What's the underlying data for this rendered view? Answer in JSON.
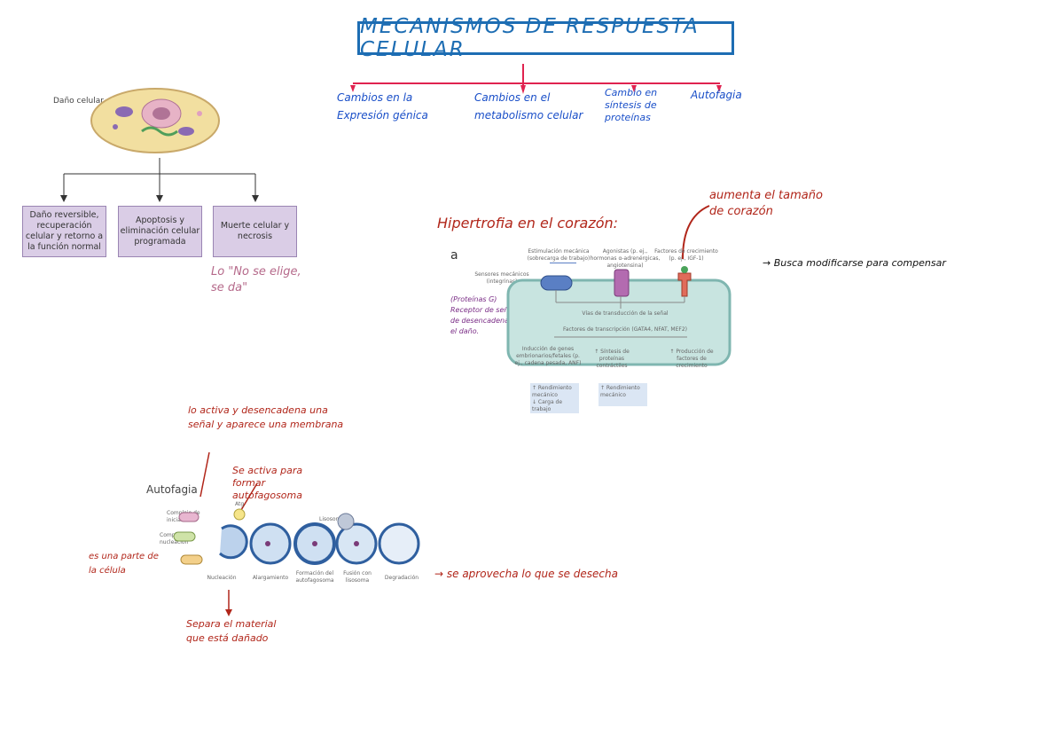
{
  "title": "MECANISMOS DE RESPUESTA CELULAR",
  "mechanisms": [
    "Cambios en la Expresión génica",
    "Cambios en el metabolismo celular",
    "Cambio en síntesis de proteínas",
    "Autofagia"
  ],
  "cell_injury": {
    "label": "Daño celular",
    "outcomes": [
      "Daño reversible, recuperación celular y retorno a la función normal",
      "Apoptosis y eliminación celular programada",
      "Muerte celular y necrosis"
    ],
    "note": "Lo \"No se elige, se da\""
  },
  "hypertrophy": {
    "heading": "Hipertrofia en el corazón:",
    "panel_letter": "a",
    "note_size": "aumenta el tamaño de corazón",
    "note_purpose": "→ Busca modificarse para compensar",
    "stimuli": [
      "Estimulación mecánica (sobrecarga de trabajo)",
      "Agonistas (p. ej., hormonas α-adrenérgicas, angiotensina)",
      "Factores de crecimiento (p. ej., IGF-1)"
    ],
    "sensor": "Sensores mecánicos (integrinas)",
    "purple_note": "(Proteínas G) Receptor de señal de desencadena el daño.",
    "pathway": "Vías de transducción de la señal",
    "tf": "Factores de transcripción (GATA4, NFAT, MEF2)",
    "effects": [
      "Inducción de genes embrionarios/fetales (p. ej., cadena pesada, ANF)",
      "↑ Síntesis de proteínas contráctiles",
      "↑ Producción de factores de crecimiento"
    ],
    "results": [
      "↑ Rendimiento mecánico",
      "↓ Carga de trabajo",
      "↑ Rendimiento mecánico"
    ]
  },
  "autophagy": {
    "heading": "Autofagia",
    "note_activate": "lo activa y desencadena una señal y aparece una membrana",
    "note_activated_by": "Se activa para formar autofagosoma",
    "note_part": "es una parte de la célula",
    "note_separates": "Separa el material que está dañado",
    "note_reuse": "→ se aprovecha lo que se desecha",
    "stages": [
      "Nucleación",
      "Alargamiento",
      "Formación del autofagosoma",
      "Fusión con lisosoma",
      "Degradación"
    ],
    "labels": [
      "Complejo de iniciación",
      "Complejo de nucleación",
      "Atg",
      "Lisosoma"
    ]
  },
  "colors": {
    "title": "#1d6db3",
    "blue_notes": "#1a4fc8",
    "red_arrows": "#e0234f",
    "red_notes": "#b1261a",
    "box_fill": "#dacde6"
  }
}
